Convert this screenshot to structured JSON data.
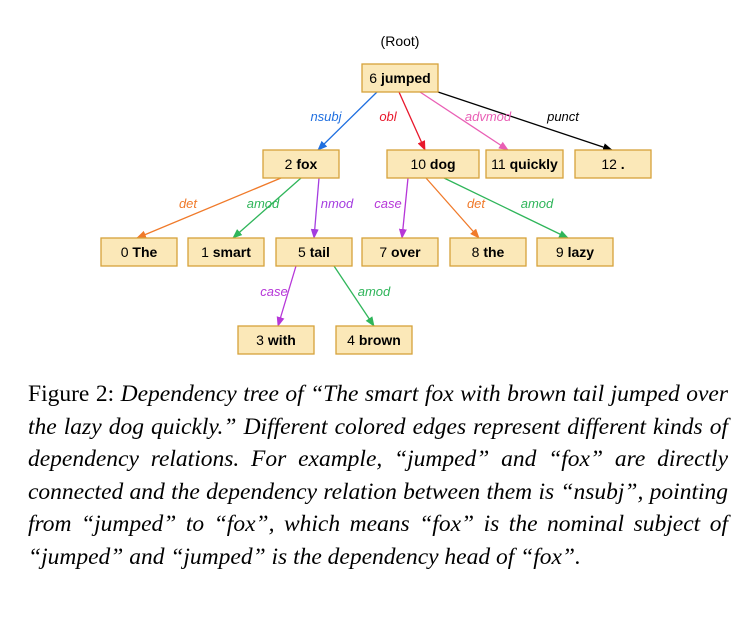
{
  "root_label": "(Root)",
  "nodes": [
    {
      "id": "n6",
      "index": "6",
      "word": "jumped"
    },
    {
      "id": "n2",
      "index": "2",
      "word": "fox"
    },
    {
      "id": "n10",
      "index": "10",
      "word": "dog"
    },
    {
      "id": "n11",
      "index": "11",
      "word": "quickly"
    },
    {
      "id": "n12",
      "index": "12",
      "word": "."
    },
    {
      "id": "n0",
      "index": "0",
      "word": "The"
    },
    {
      "id": "n1",
      "index": "1",
      "word": "smart"
    },
    {
      "id": "n5",
      "index": "5",
      "word": "tail"
    },
    {
      "id": "n7",
      "index": "7",
      "word": "over"
    },
    {
      "id": "n8",
      "index": "8",
      "word": "the"
    },
    {
      "id": "n9",
      "index": "9",
      "word": "lazy"
    },
    {
      "id": "n3",
      "index": "3",
      "word": "with"
    },
    {
      "id": "n4",
      "index": "4",
      "word": "brown"
    }
  ],
  "edges": [
    {
      "from": "n6",
      "to": "n2",
      "label": "nsubj",
      "color": "#1f6fe0"
    },
    {
      "from": "n6",
      "to": "n10",
      "label": "obl",
      "color": "#e8182c"
    },
    {
      "from": "n6",
      "to": "n11",
      "label": "advmod",
      "color": "#e95fb5"
    },
    {
      "from": "n6",
      "to": "n12",
      "label": "punct",
      "color": "#000000"
    },
    {
      "from": "n2",
      "to": "n0",
      "label": "det",
      "color": "#f07a2a"
    },
    {
      "from": "n2",
      "to": "n1",
      "label": "amod",
      "color": "#2fb55a"
    },
    {
      "from": "n2",
      "to": "n5",
      "label": "nmod",
      "color": "#a43ce0"
    },
    {
      "from": "n10",
      "to": "n7",
      "label": "case",
      "color": "#b637d8"
    },
    {
      "from": "n10",
      "to": "n8",
      "label": "det",
      "color": "#f07a2a"
    },
    {
      "from": "n10",
      "to": "n9",
      "label": "amod",
      "color": "#2fb55a"
    },
    {
      "from": "n5",
      "to": "n3",
      "label": "case",
      "color": "#b637d8"
    },
    {
      "from": "n5",
      "to": "n4",
      "label": "amod",
      "color": "#2fb55a"
    }
  ],
  "caption": {
    "prefix": "Figure 2:",
    "body": "Dependency tree of “The smart fox with brown tail jumped over the lazy dog quickly.” Different colored edges represent different kinds of dependency relations.  For example, “jumped” and “fox” are directly connected and the dependency relation between them is “nsubj”, pointing from “jumped” to “fox”, which means “fox” is the nominal subject of “jumped” and “jumped” is the dependency head of “fox”."
  }
}
